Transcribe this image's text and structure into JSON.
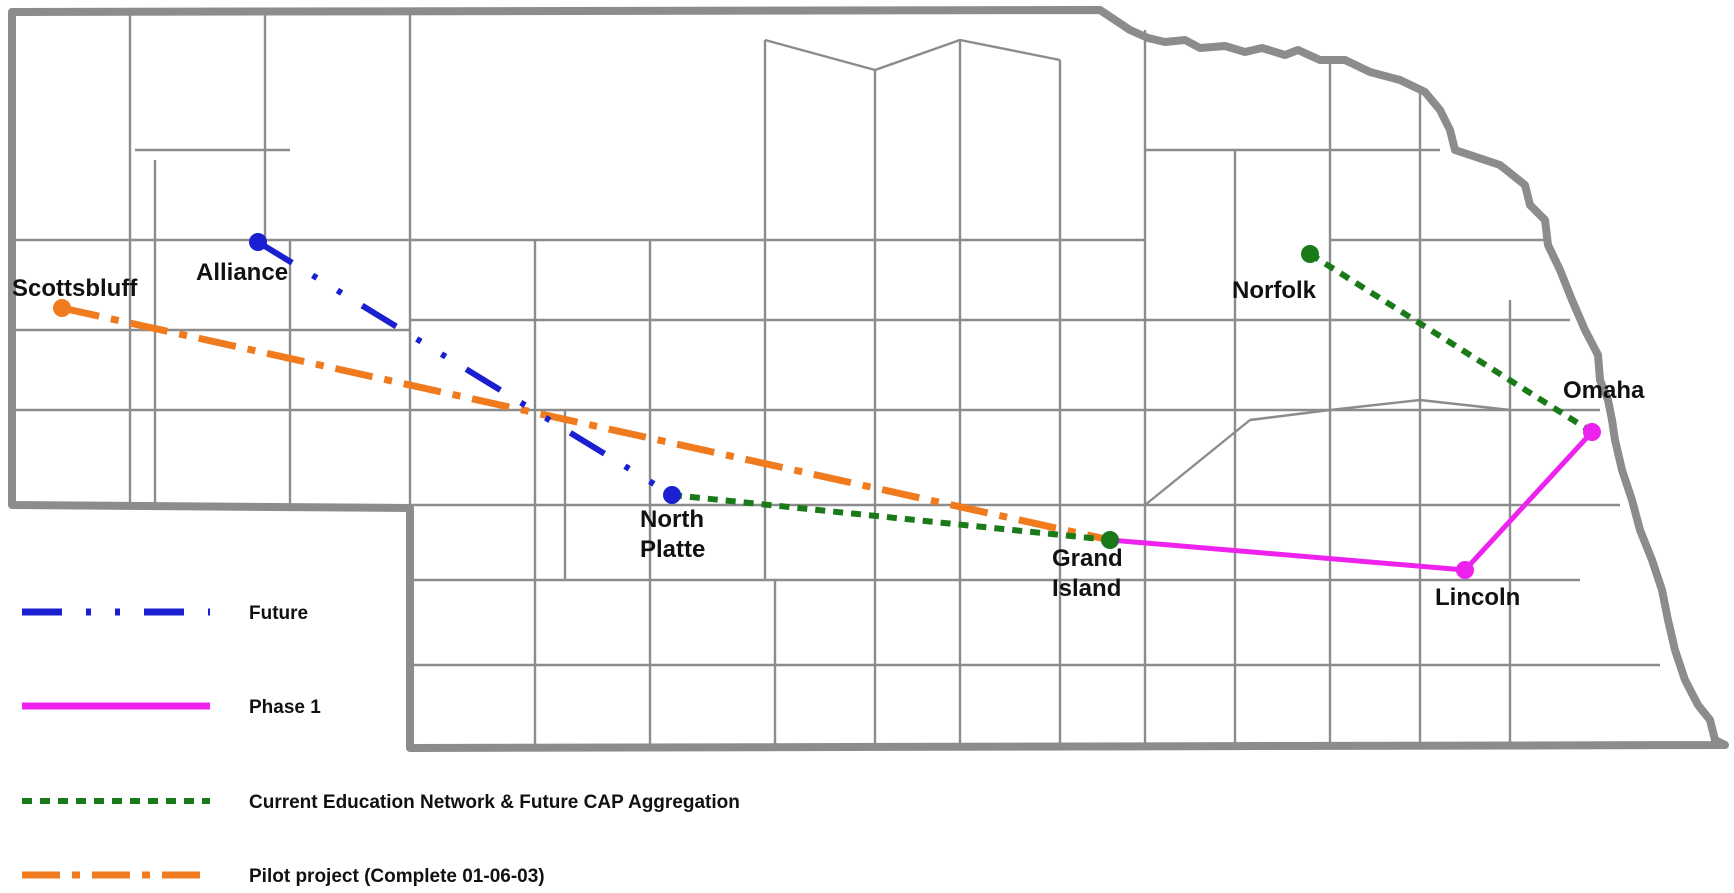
{
  "map": {
    "cities": [
      {
        "id": "scottsbluff",
        "name": "Scottsbluff",
        "color": "#f07b1e"
      },
      {
        "id": "alliance",
        "name": "Alliance",
        "color": "#1a1fd0"
      },
      {
        "id": "north-platte",
        "name": [
          "North",
          "Platte"
        ],
        "color": "#1a1fd0"
      },
      {
        "id": "grand-island",
        "name": [
          "Grand",
          "Island"
        ],
        "color": "#1a7a1a"
      },
      {
        "id": "norfolk",
        "name": "Norfolk",
        "color": "#1a7a1a"
      },
      {
        "id": "omaha",
        "name": "Omaha",
        "color": "#ee22ee"
      },
      {
        "id": "lincoln",
        "name": "Lincoln",
        "color": "#ee22ee"
      }
    ],
    "routes": [
      {
        "id": "pilot",
        "from": "Scottsbluff",
        "to": "Grand Island",
        "style": "dash-dot",
        "color": "#f07b1e"
      },
      {
        "id": "future",
        "from": "Alliance",
        "to": "North Platte",
        "style": "dash-dot-dot",
        "color": "#1a1fd0"
      },
      {
        "id": "education",
        "via": [
          "North Platte",
          "Grand Island"
        ],
        "style": "dotted",
        "color": "#1a7a1a"
      },
      {
        "id": "education-east",
        "via": [
          "Norfolk",
          "Omaha"
        ],
        "style": "dotted",
        "color": "#1a7a1a"
      },
      {
        "id": "phase1",
        "via": [
          "Grand Island",
          "Lincoln",
          "Omaha"
        ],
        "style": "solid",
        "color": "#ee22ee"
      }
    ]
  },
  "legend": {
    "future": "Future",
    "phase1": "Phase 1",
    "education": "Current Education Network & Future CAP Aggregation",
    "pilot": "Pilot project (Complete 01-06-03)"
  },
  "colors": {
    "border": "#8c8c8c",
    "future": "#1a1fd0",
    "phase1": "#ee22ee",
    "education": "#1a7a1a",
    "pilot": "#f07b1e"
  }
}
